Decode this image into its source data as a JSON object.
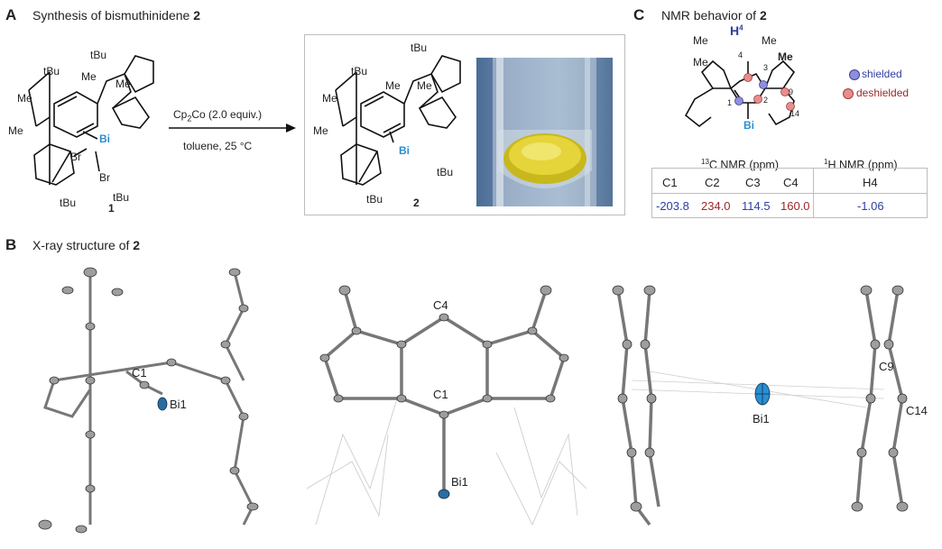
{
  "panelA": {
    "letter": "A",
    "title_prefix": "Synthesis of bismuthinidene ",
    "title_bold": "2",
    "reactant": {
      "tBu_labels": [
        "tBu",
        "tBu",
        "tBu",
        "tBu"
      ],
      "me_labels": [
        "Me",
        "Me",
        "Me",
        "Me"
      ],
      "bi": "Bi",
      "br_labels": [
        "Br",
        "Br"
      ],
      "compound_number": "1"
    },
    "arrow": {
      "reagent_main": "Cp",
      "reagent_sub": "2",
      "reagent_rest": "Co (2.0 equiv.)",
      "conditions": "toluene, 25 °C"
    },
    "product": {
      "tBu_labels": [
        "tBu",
        "tBu",
        "tBu",
        "tBu"
      ],
      "me_labels": [
        "Me",
        "Me",
        "Me",
        "Me"
      ],
      "bi": "Bi",
      "compound_number": "2"
    }
  },
  "panelB": {
    "letter": "B",
    "title_prefix": "X-ray structure of ",
    "title_bold": "2",
    "view1": {
      "c1": "C1",
      "bi1": "Bi1"
    },
    "view2": {
      "c4": "C4",
      "c1": "C1",
      "bi1": "Bi1"
    },
    "view3": {
      "c9": "C9",
      "c14": "C14",
      "bi1": "Bi1"
    }
  },
  "panelC": {
    "letter": "C",
    "title_prefix": "NMR behavior of ",
    "title_bold": "2",
    "structure": {
      "h4": "H",
      "h4_sup": "4",
      "atom_numbers": [
        "4",
        "3",
        "2",
        "1",
        "9",
        "14"
      ],
      "me_labels": [
        "Me",
        "Me",
        "Me",
        "Me"
      ],
      "bi": "Bi"
    },
    "legend": [
      {
        "label": "shielded",
        "color": "#8e8ee0"
      },
      {
        "label": "deshielded",
        "color": "#e88c8c"
      }
    ],
    "table": {
      "c13_sup": "13",
      "c13_header": "C NMR (ppm)",
      "h1_sup": "1",
      "h1_header": "H NMR (ppm)",
      "columns": [
        "C1",
        "C2",
        "C3",
        "C4",
        "H4"
      ],
      "values": [
        "-203.8",
        "234.0",
        "114.5",
        "160.0",
        "-1.06"
      ],
      "value_colors": [
        "blue",
        "red",
        "blue",
        "red",
        "blue"
      ]
    }
  }
}
